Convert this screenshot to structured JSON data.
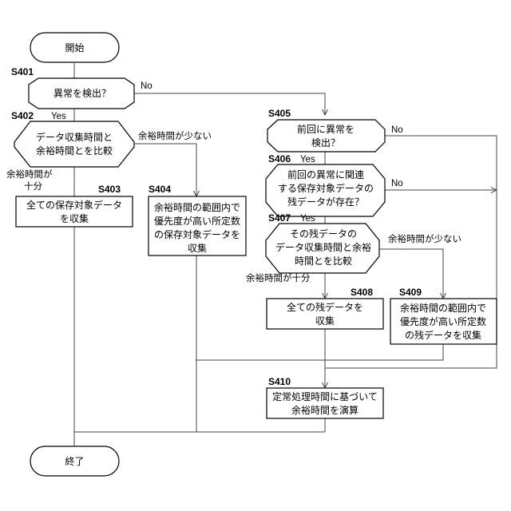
{
  "flowchart": {
    "start": "開始",
    "end": "終了",
    "steps": {
      "s401": {
        "id": "S401",
        "lines": [
          "異常を検出？"
        ]
      },
      "s402": {
        "id": "S402",
        "lines": [
          "データ収集時間と",
          "余裕時間とを比較"
        ]
      },
      "s403": {
        "id": "S403",
        "lines": [
          "全ての保存対象データ",
          "を収集"
        ]
      },
      "s404": {
        "id": "S404",
        "lines": [
          "余裕時間の範囲内で",
          "優先度が高い所定数",
          "の保存対象データを",
          "収集"
        ]
      },
      "s405": {
        "id": "S405",
        "lines": [
          "前回に異常を",
          "検出？"
        ]
      },
      "s406": {
        "id": "S406",
        "lines": [
          "前回の異常に関連",
          "する保存対象データの",
          "残データが存在？"
        ]
      },
      "s407": {
        "id": "S407",
        "lines": [
          "その残データの",
          "データ収集時間と余裕",
          "時間とを比較"
        ]
      },
      "s408": {
        "id": "S408",
        "lines": [
          "全ての残データを",
          "収集"
        ]
      },
      "s409": {
        "id": "S409",
        "lines": [
          "余裕時間の範囲内で",
          "優先度が高い所定数",
          "の残データを収集"
        ]
      },
      "s410": {
        "id": "S410",
        "lines": [
          "定常処理時間に基づいて",
          "余裕時間を演算"
        ]
      }
    },
    "labels": {
      "yes": "Yes",
      "no": "No",
      "sufficient_line1": "余裕時間が",
      "sufficient_line2": "十分",
      "sufficient_inline": "余裕時間が十分",
      "short": "余裕時間が少ない"
    },
    "colors": {
      "stroke": "#000000",
      "line": "#444444",
      "background": "#ffffff"
    }
  }
}
